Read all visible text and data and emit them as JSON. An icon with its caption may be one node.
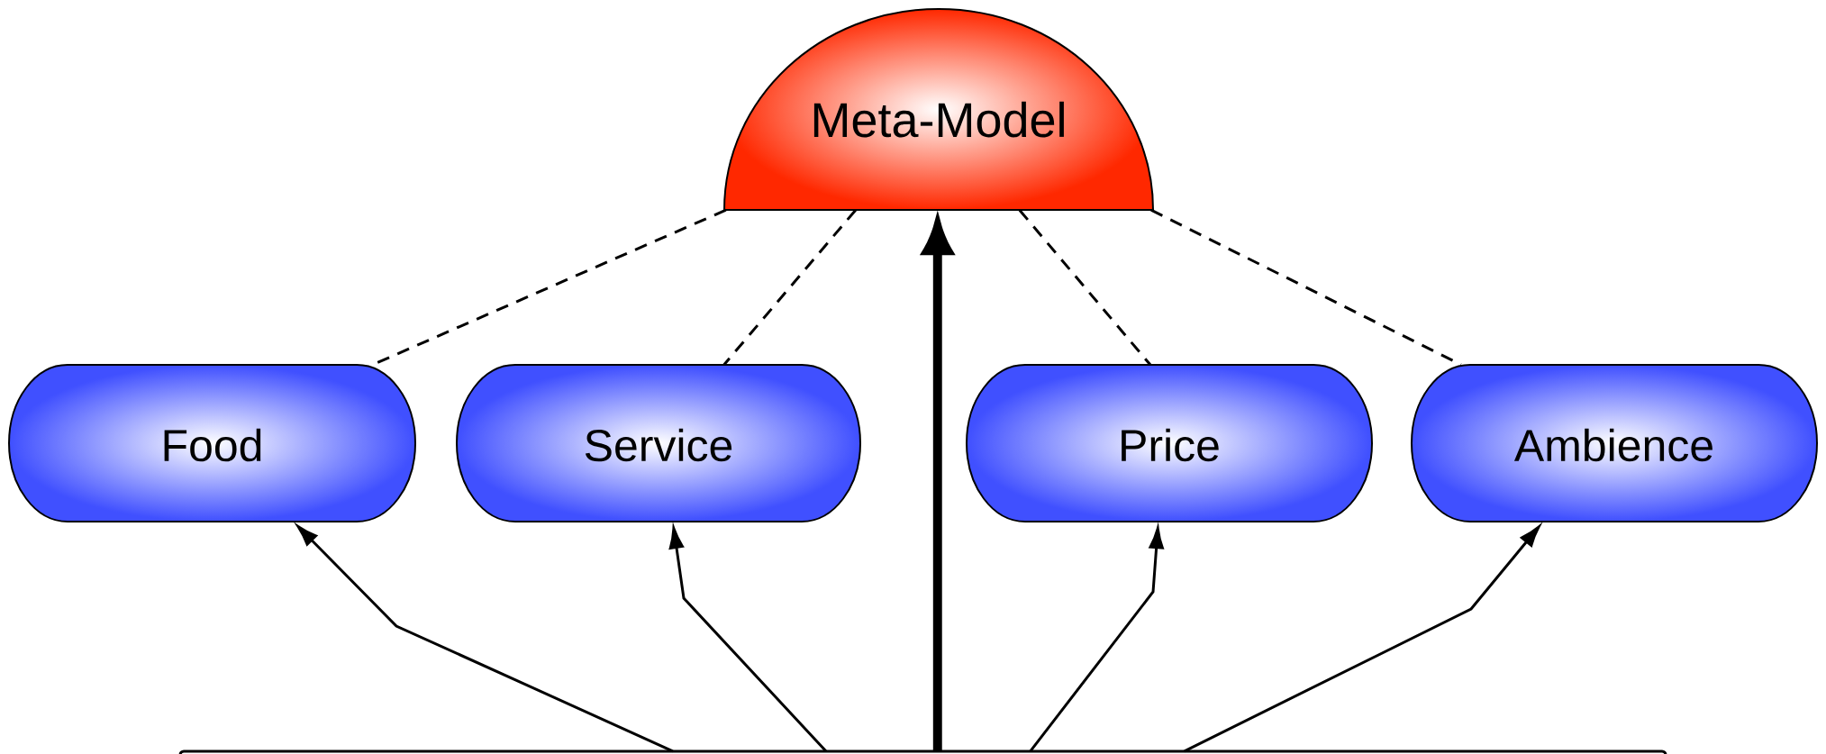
{
  "diagram": {
    "nodes": [
      {
        "text": [
          "Meta-Model"
        ]
      },
      {
        "text": [
          "Food"
        ]
      },
      {
        "text": [
          "Service"
        ]
      },
      {
        "text": [
          "Price"
        ]
      },
      {
        "text": [
          "Ambience"
        ]
      },
      {
        "text": [],
        "shape": "box"
      }
    ],
    "edges": [
      {
        "from": 0,
        "to": 1,
        "arrow": "none",
        "style": "dashed"
      },
      {
        "from": 0,
        "to": 2,
        "arrow": "none",
        "style": "dashed"
      },
      {
        "from": 0,
        "to": 3,
        "arrow": "none",
        "style": "dashed"
      },
      {
        "from": 0,
        "to": 4,
        "arrow": "none",
        "style": "dashed"
      },
      {
        "from": 5,
        "to": 0,
        "arrow": "to",
        "style": "thick"
      },
      {
        "from": 5,
        "to": 1,
        "arrow": "to"
      },
      {
        "from": 5,
        "to": 2,
        "arrow": "to"
      },
      {
        "from": 5,
        "to": 3,
        "arrow": "to"
      },
      {
        "from": 5,
        "to": 4,
        "arrow": "to"
      }
    ]
  }
}
